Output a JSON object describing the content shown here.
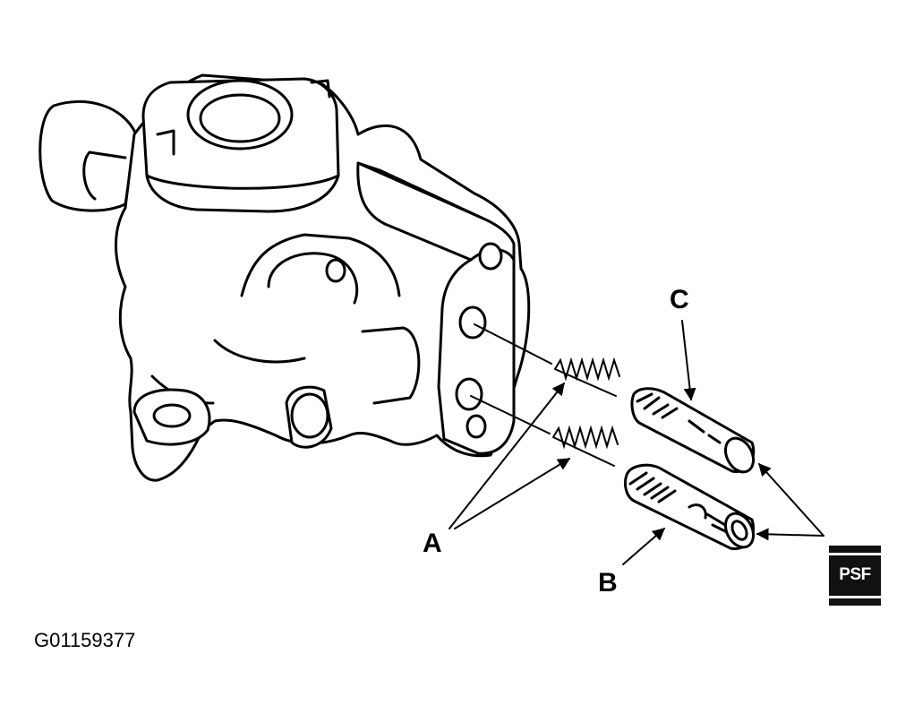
{
  "labels": {
    "a": "A",
    "b": "B",
    "c": "C"
  },
  "badge": {
    "text": "PSF"
  },
  "figure_id": "G01159377"
}
